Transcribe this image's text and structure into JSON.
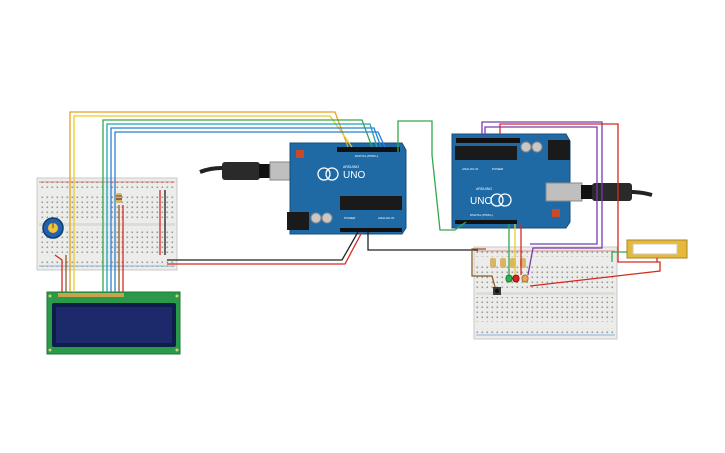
{
  "arduino_left": {
    "brand": "UNO",
    "maker": "ARDUINO",
    "header_digital": "DIGITAL (PWM~)",
    "header_power": "POWER",
    "header_analog": "ANALOG IN"
  },
  "arduino_right": {
    "brand": "UNO",
    "maker": "ARDUINO",
    "header_digital": "DIGITAL (PWM~)",
    "header_power": "POWER",
    "header_analog": "ANALOG IN"
  },
  "colors": {
    "board": "#1f6aa5",
    "breadboard": "#e9e9e6",
    "lcd_pcb": "#2a9a4a",
    "lcd_screen": "#1c2a6b",
    "wire_red": "#d62a1e",
    "wire_black": "#222222",
    "wire_orange": "#e8a11c",
    "wire_yellow": "#e7cc2d",
    "wire_green": "#34a84a",
    "wire_blue": "#2a7fd4",
    "wire_teal": "#1aa7b5",
    "wire_purple": "#7a3ab0",
    "wire_brown": "#8a5a2b"
  },
  "components": [
    "potentiometer",
    "lcd-16x2",
    "push-button",
    "led-green",
    "led-red",
    "led-orange",
    "resistors",
    "piezo-buzzer"
  ]
}
